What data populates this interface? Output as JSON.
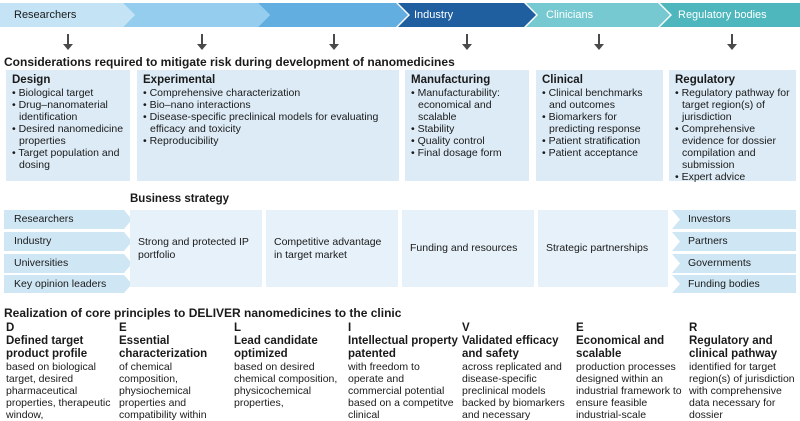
{
  "stakeholders": {
    "researchers": "Researchers",
    "industry": "Industry",
    "clinicians": "Clinicians",
    "regulatory": "Regulatory bodies"
  },
  "risk_section_title": "Considerations required to mitigate risk during development of nanomedicines",
  "risk_boxes": [
    {
      "title": "Design",
      "items": [
        "Biological target",
        "Drug–nanomaterial identification",
        "Desired nanomedicine properties",
        "Target population and dosing"
      ]
    },
    {
      "title": "Experimental",
      "items": [
        "Comprehensive characterization",
        "Bio–nano interactions",
        "Disease-specific preclinical models for evaluating efficacy and toxicity",
        "Reproducibility"
      ]
    },
    {
      "title": "Manufacturing",
      "items": [
        "Manufacturability: economical and scalable",
        "Stability",
        "Quality control",
        "Final dosage form"
      ]
    },
    {
      "title": "Clinical",
      "items": [
        "Clinical benchmarks and outcomes",
        "Biomarkers for predicting response",
        "Patient stratification",
        "Patient acceptance"
      ]
    },
    {
      "title": "Regulatory",
      "items": [
        "Regulatory pathway for target region(s) of jurisdiction",
        "Comprehensive evidence for dossier compilation and submission",
        "Expert advice"
      ]
    }
  ],
  "business_title": "Business strategy",
  "business_left": [
    "Researchers",
    "Industry",
    "Universities",
    "Key opinion leaders"
  ],
  "business_boxes": [
    "Strong and protected IP portfolio",
    "Competitive advantage in target market",
    "Funding and resources",
    "Strategic partnerships"
  ],
  "business_right": [
    "Investors",
    "Partners",
    "Governments",
    "Funding bodies"
  ],
  "deliver_title": "Realization of core principles to DELIVER nanomedicines to the clinic",
  "deliver": [
    {
      "letter": "D",
      "title": "Defined target product profile",
      "text": "based on biological target, desired pharmaceutical properties, therapeutic window,"
    },
    {
      "letter": "E",
      "title": "Essential characterization",
      "text": "of chemical composition, physiochemical properties and compatibility within"
    },
    {
      "letter": "L",
      "title": "Lead candidate optimized",
      "text": "based on desired chemical composition, physicochemical properties,"
    },
    {
      "letter": "I",
      "title": "Intellectual property patented",
      "text": "with freedom to operate and commercial potential based on a competitve clinical"
    },
    {
      "letter": "V",
      "title": "Validated efficacy and safety",
      "text": "across replicated and disease-specific preclinical models backed by biomarkers and necessary"
    },
    {
      "letter": "E",
      "title": "Economical and scalable",
      "text": "production processes designed within an industrial framework to ensure feasible industrial-scale"
    },
    {
      "letter": "R",
      "title": "Regulatory and clinical pathway",
      "text": "identified for target region(s) of jurisdiction with comprehensive data necessary for dossier"
    }
  ],
  "colors": {
    "researchers_light": "#b4dcf2",
    "researchers_mid": "#7fc4ea",
    "researchers_dark": "#4f9fd6",
    "industry": "#1f5fa0",
    "clinicians": "#6cc6cf",
    "regulatory": "#4cb8be",
    "box_bg": "#dcebf6"
  }
}
